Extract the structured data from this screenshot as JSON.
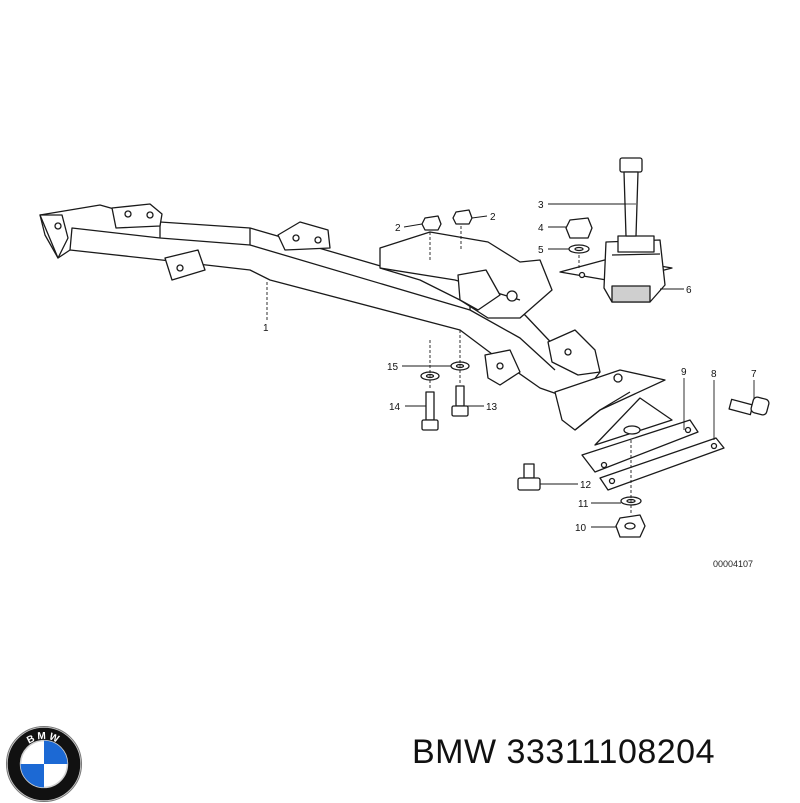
{
  "diagram": {
    "drawing_number": "00004107",
    "callouts": [
      {
        "id": "c1",
        "label": "1"
      },
      {
        "id": "c2a",
        "label": "2"
      },
      {
        "id": "c2b",
        "label": "2"
      },
      {
        "id": "c3",
        "label": "3"
      },
      {
        "id": "c4",
        "label": "4"
      },
      {
        "id": "c5",
        "label": "5"
      },
      {
        "id": "c6",
        "label": "6"
      },
      {
        "id": "c7",
        "label": "7"
      },
      {
        "id": "c8",
        "label": "8"
      },
      {
        "id": "c9",
        "label": "9"
      },
      {
        "id": "c10",
        "label": "10"
      },
      {
        "id": "c11",
        "label": "11"
      },
      {
        "id": "c12",
        "label": "12"
      },
      {
        "id": "c13",
        "label": "13"
      },
      {
        "id": "c14",
        "label": "14"
      },
      {
        "id": "c15",
        "label": "15"
      }
    ]
  },
  "brand": {
    "logo_text": "BMW",
    "logo_colors": {
      "blue": "#1c69d4",
      "white": "#ffffff",
      "ring": "#111111"
    }
  },
  "part": {
    "maker": "BMW",
    "number": "33311108204"
  }
}
